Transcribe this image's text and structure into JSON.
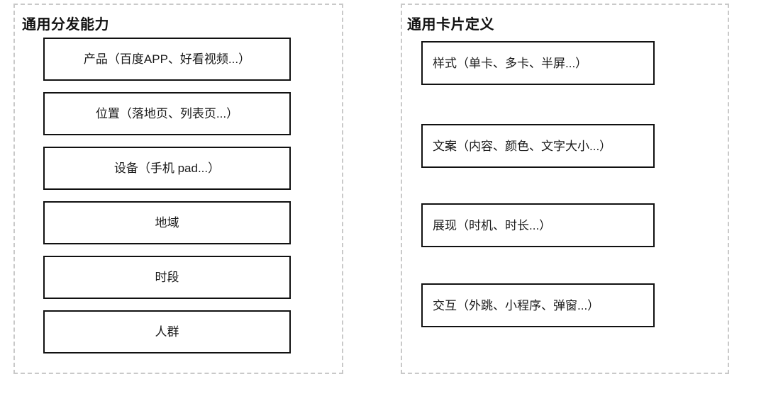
{
  "diagram": {
    "panels": [
      {
        "title": "通用分发能力",
        "boxes": [
          "产品（百度APP、好看视频...）",
          "位置（落地页、列表页...）",
          "设备（手机 pad...）",
          "地域",
          "时段",
          "人群"
        ]
      },
      {
        "title": "通用卡片定义",
        "boxes": [
          "样式（单卡、多卡、半屏...）",
          "文案（内容、颜色、文字大小...）",
          "展现（时机、时长...）",
          "交互（外跳、小程序、弹窗...）"
        ]
      }
    ],
    "colors": {
      "background": "#ffffff",
      "panel_dashed_border": "#c9c9c9",
      "box_border": "#111111",
      "text": "#1a1a1a"
    }
  }
}
